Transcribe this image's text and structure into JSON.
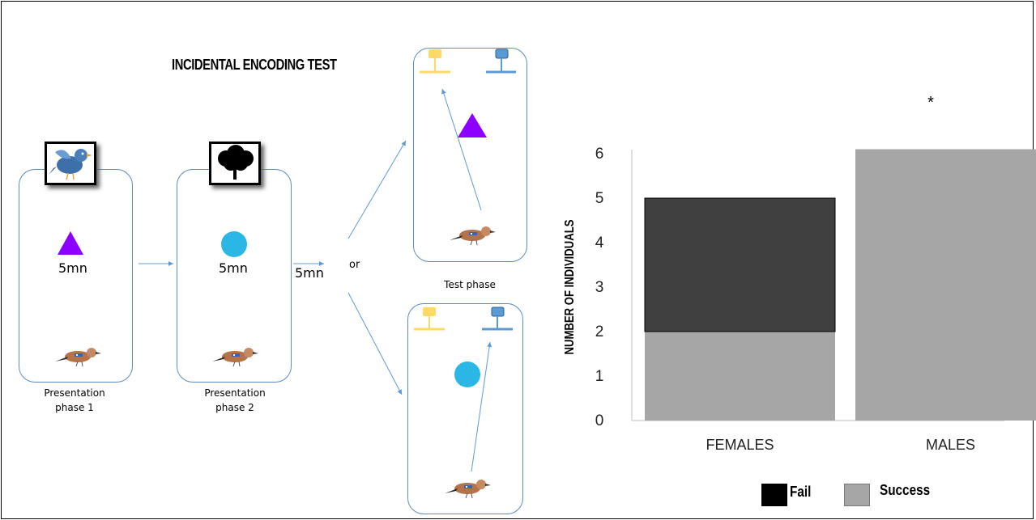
{
  "diagram": {
    "title": "INCIDENTAL ENCODING TEST",
    "phase1_time": "5mn",
    "phase2_time": "5mn",
    "between_time": "5mn",
    "or_label": "or",
    "phase1_caption_line1": "Presentation",
    "phase1_caption_line2": "phase 1",
    "phase2_caption_line1": "Presentation",
    "phase2_caption_line2": "phase 2",
    "test_caption": "Test phase",
    "colors": {
      "card_border": "#5b8bbf",
      "arrow": "#5b9bd5",
      "triangle": "#8b00ff",
      "circle": "#2ab7e6",
      "yellow_marker": "#ffd966",
      "blue_marker": "#5b9bd5"
    },
    "icons": [
      "bird-stimulus-icon",
      "tree-stimulus-icon",
      "jay-bird-icon"
    ]
  },
  "chart_data": {
    "type": "bar",
    "stacked": true,
    "categories": [
      "FEMALES",
      "MALES"
    ],
    "series": [
      {
        "name": "Success",
        "values": [
          2,
          6.1
        ],
        "color": "#a6a6a6"
      },
      {
        "name": "Fail",
        "values": [
          3,
          0
        ],
        "color": "#404040"
      }
    ],
    "ylabel": "NUMBER OF INDIVIDUALS",
    "ylim": [
      0,
      6
    ],
    "yticks": [
      "0",
      "1",
      "2",
      "3",
      "4",
      "5",
      "6"
    ],
    "annotation": "*",
    "legend": [
      {
        "label": "Fail",
        "color": "#000000"
      },
      {
        "label": "Success",
        "color": "#a6a6a6"
      }
    ],
    "legend_position": "bottom",
    "grid": false
  }
}
